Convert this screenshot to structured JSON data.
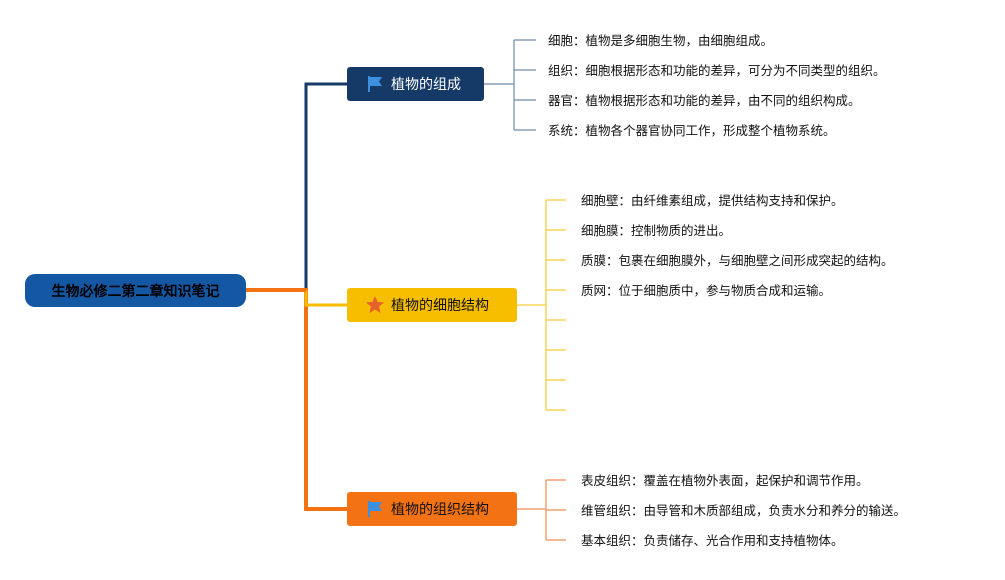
{
  "root": {
    "label": "生物必修二第二章知识笔记"
  },
  "branches": [
    {
      "label": "植物的组成",
      "icon": "flag-icon",
      "color": "#163a68",
      "line_color": "#163a68",
      "items": [
        {
          "term": "细胞",
          "desc": "植物是多细胞生物，由细胞组成。"
        },
        {
          "term": "组织",
          "desc": "细胞根据形态和功能的差异，可分为不同类型的组织。"
        },
        {
          "term": "器官",
          "desc": "植物根据形态和功能的差异，由不同的组织构成。"
        },
        {
          "term": "系统",
          "desc": "植物各个器官协同工作，形成整个植物系统。"
        }
      ]
    },
    {
      "label": "植物的细胞结构",
      "icon": "star-icon",
      "color": "#f7be00",
      "line_color": "#f7d35a",
      "items": [
        {
          "term": "细胞壁",
          "desc": "由纤维素组成，提供结构支持和保护。"
        },
        {
          "term": "细胞膜",
          "desc": "控制物质的进出。"
        },
        {
          "term": "质膜",
          "desc": "包裹在细胞膜外，与细胞壁之间形成突起的结构。"
        },
        {
          "term": "质网",
          "desc": "位于细胞质中，参与物质合成和运输。"
        }
      ]
    },
    {
      "label": "植物的组织结构",
      "icon": "flag-icon",
      "color": "#f27214",
      "line_color": "#f27214",
      "items": [
        {
          "term": "表皮组织",
          "desc": "覆盖在植物外表面，起保护和调节作用。"
        },
        {
          "term": "维管组织",
          "desc": "由导管和木质部组成，负责水分和养分的输送。"
        },
        {
          "term": "基本组织",
          "desc": "负责储存、光合作用和支持植物体。"
        }
      ]
    }
  ],
  "separator": "："
}
